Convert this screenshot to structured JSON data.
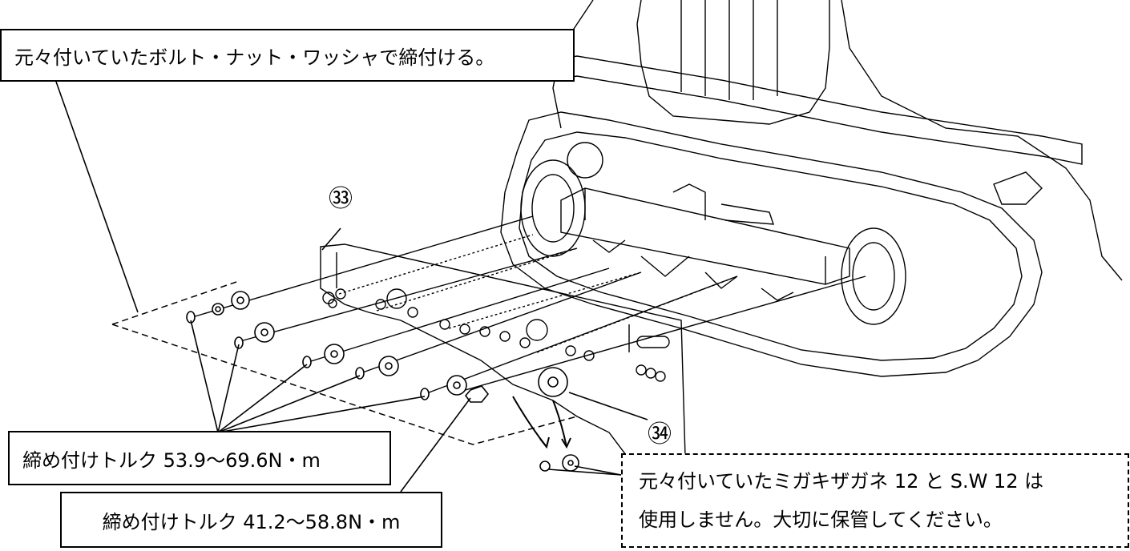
{
  "labels": {
    "note_top": "元々付いていたボルト・ナット・ワッシャで締付ける。",
    "torque_1": "締め付けトルク 53.9～69.6N・m",
    "torque_2": "締め付けトルク 41.2～58.8N・m",
    "note_dashed_line1": "元々付いていたミガキザガネ 12 と S.W 12 は",
    "note_dashed_line2": "使用しません。大切に保管してください。"
  },
  "part_numbers": {
    "part_33": "㉝",
    "part_34": "㉞"
  }
}
